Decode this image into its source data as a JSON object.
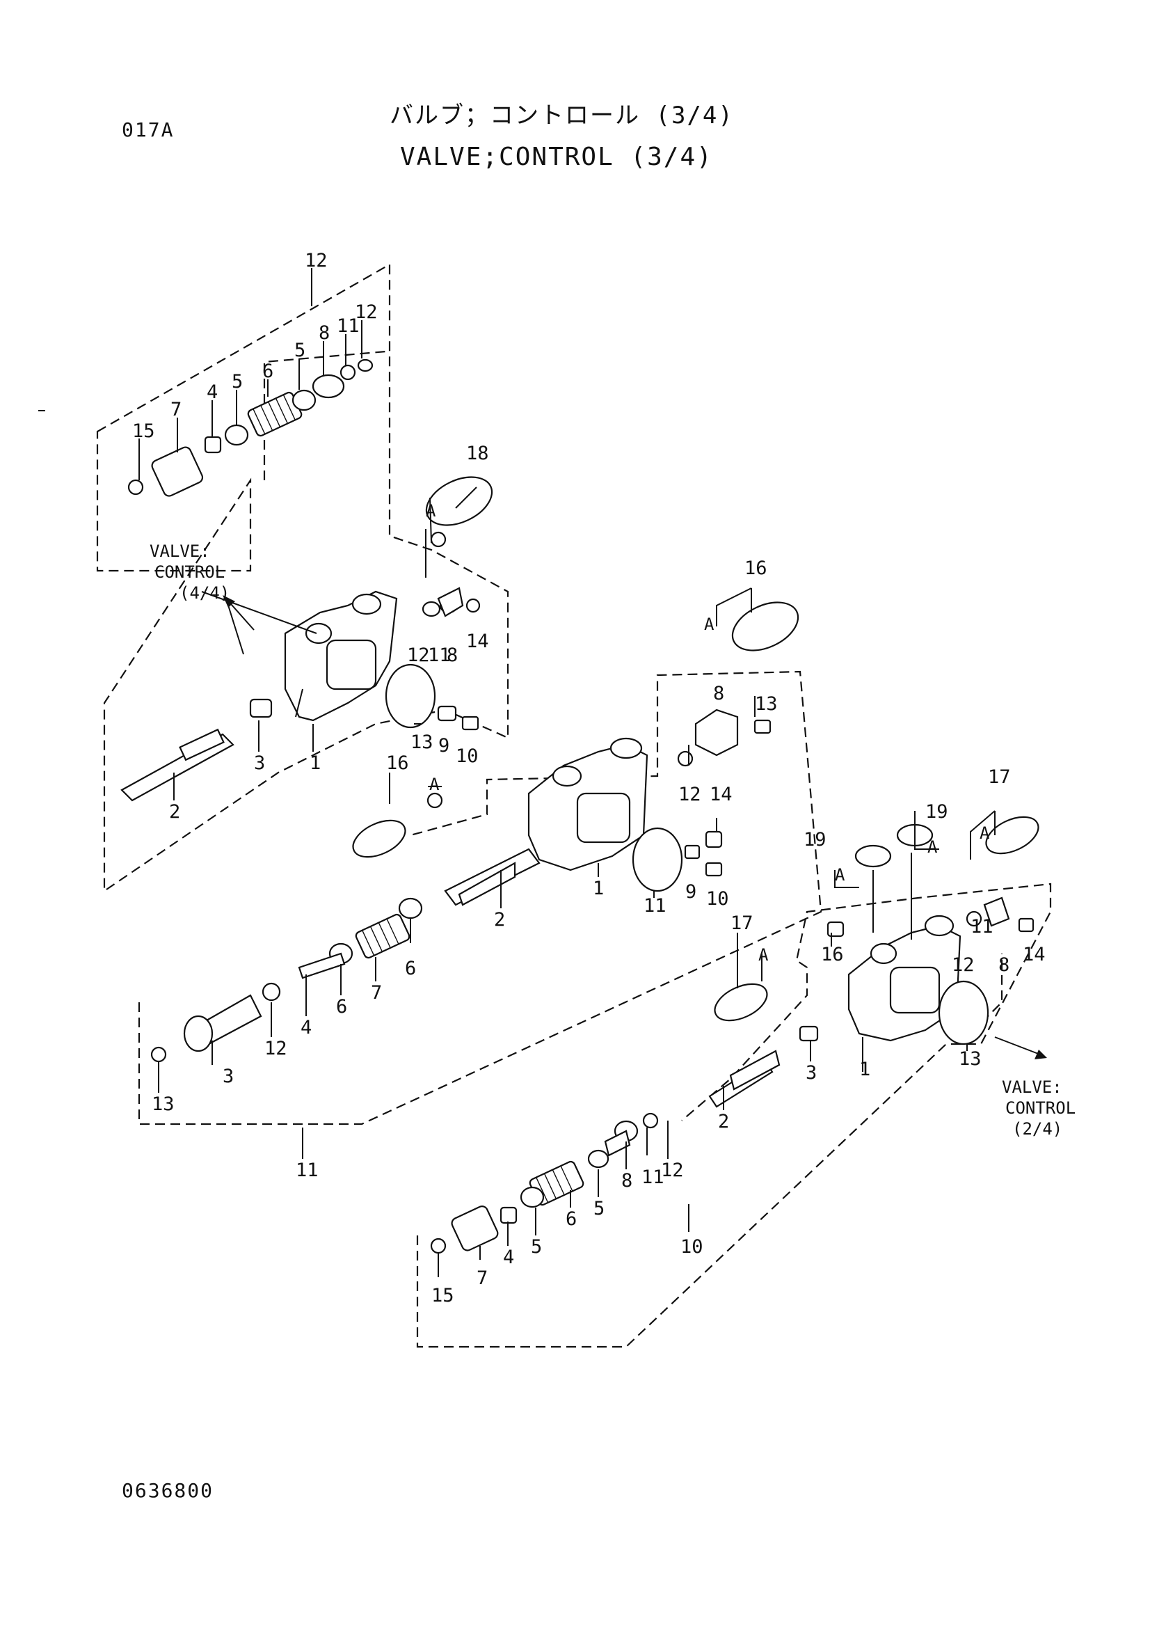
{
  "header": {
    "code": "017A",
    "title_jp": "バルブ；コントロール (3/4)",
    "title_en": "VALVE;CONTROL (3/4)"
  },
  "footer": {
    "drawing_number": "0636800"
  },
  "references": {
    "valve_4_4": [
      "VALVE:",
      "CONTROL",
      "(4/4)"
    ],
    "valve_2_4": [
      "VALVE:",
      "CONTROL",
      "(2/4)"
    ]
  },
  "marker_a": "A",
  "callouts": {
    "top_group": [
      "12",
      "15",
      "7",
      "4",
      "5",
      "6",
      "5",
      "8",
      "11",
      "12"
    ],
    "section1": [
      "18",
      "12",
      "11",
      "8",
      "14",
      "13",
      "9",
      "10",
      "3",
      "2",
      "1"
    ],
    "section2": [
      "16",
      "16",
      "8",
      "13",
      "12",
      "14",
      "11",
      "9",
      "10",
      "1",
      "2",
      "6",
      "7",
      "6",
      "4",
      "12",
      "3",
      "13",
      "11"
    ],
    "section3": [
      "17",
      "19",
      "19",
      "17",
      "16",
      "11",
      "12",
      "8",
      "14",
      "13",
      "3",
      "1",
      "2",
      "12",
      "11",
      "8",
      "5",
      "6",
      "5",
      "4",
      "7",
      "15",
      "10"
    ]
  }
}
